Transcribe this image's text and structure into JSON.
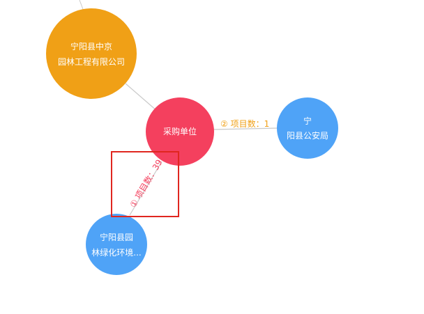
{
  "graph": {
    "nodes": {
      "company_a": {
        "line1": "宁阳县中京",
        "line2": "园林工程有限公司",
        "color": "#F0A016"
      },
      "purchaser": {
        "label": "采购单位",
        "color": "#F4405E"
      },
      "police": {
        "line1": "宁",
        "line2": "阳县公安局",
        "color": "#4FA3F7"
      },
      "greening": {
        "line1": "宁阳县园",
        "line2": "林绿化环境...",
        "color": "#4FA3F7"
      }
    },
    "edges": {
      "to_police": {
        "label": "② 项目数：1",
        "color": "#F0A016"
      },
      "to_greening": {
        "label": "① 项目数：39",
        "color": "#F4405E"
      }
    },
    "highlight_color": "#E0261F",
    "link_color": "#C9C9C9"
  }
}
